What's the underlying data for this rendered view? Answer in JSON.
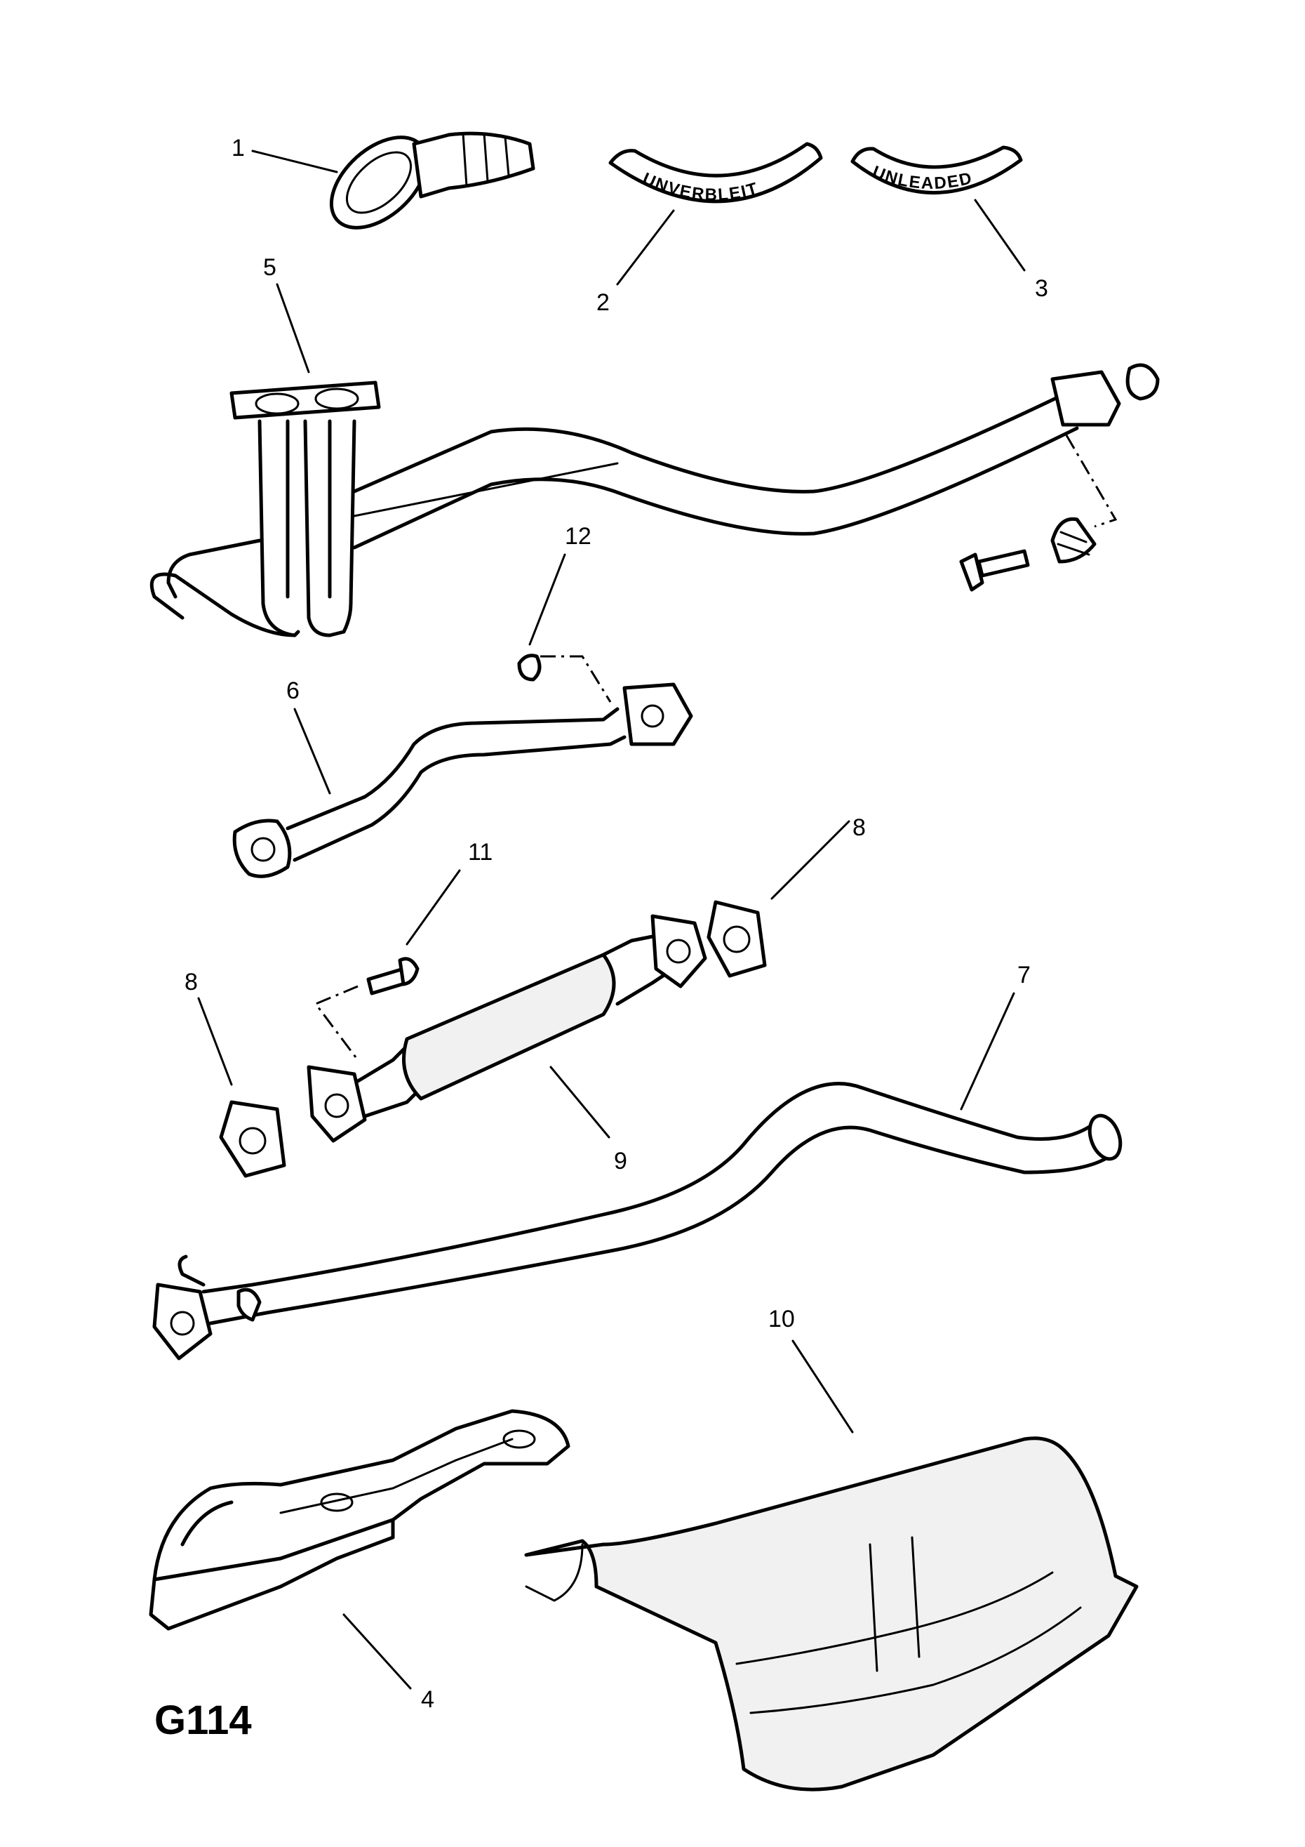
{
  "figure": {
    "code": "G114",
    "callouts": [
      "1",
      "2",
      "3",
      "4",
      "5",
      "6",
      "7",
      "8",
      "8",
      "9",
      "10",
      "11",
      "12"
    ],
    "stickers": {
      "left": "UNVERBLEIT",
      "right": "UNLEADED"
    }
  }
}
